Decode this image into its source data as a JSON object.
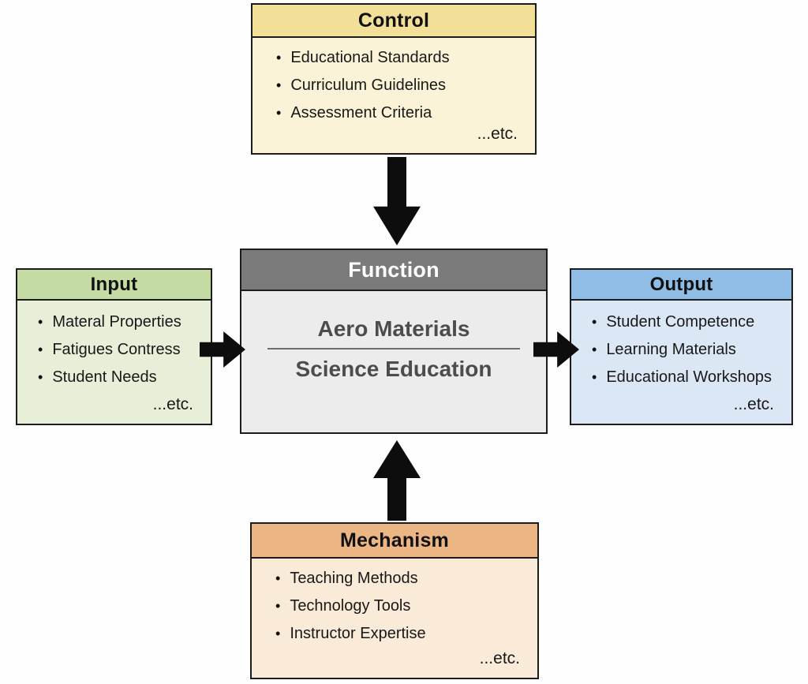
{
  "glyphs": {
    "bullet": "•"
  },
  "diagram": {
    "type": "idef0-function-diagram",
    "arrow_color": "#0d0d0d",
    "boxes": {
      "control": {
        "title": "Control",
        "header_color": "#F3E098",
        "body_color": "#FBF3D8",
        "items": [
          "Educational Standards",
          "Curriculum Guidelines",
          "Assessment Criteria"
        ],
        "etc_label": "...etc."
      },
      "input": {
        "title": "Input",
        "header_color": "#C5DBA4",
        "body_color": "#E7EFD9",
        "items": [
          "Materal Properties",
          "Fatigues Contress",
          "Student Needs"
        ],
        "etc_label": "...etc."
      },
      "function": {
        "title": "Function",
        "header_color": "#7B7B7B",
        "body_color": "#ECECEC",
        "line1": "Aero Materials",
        "line2": "Science Education"
      },
      "output": {
        "title": "Output",
        "header_color": "#90BDE5",
        "body_color": "#DBE7F5",
        "items": [
          "Student Competence",
          "Learning Materials",
          "Educational Workshops"
        ],
        "etc_label": "...etc."
      },
      "mechanism": {
        "title": "Mechanism",
        "header_color": "#EBB584",
        "body_color": "#FAEBD9",
        "items": [
          "Teaching Methods",
          "Technology Tools",
          "Instructor Expertise"
        ],
        "etc_label": "...etc."
      }
    }
  }
}
